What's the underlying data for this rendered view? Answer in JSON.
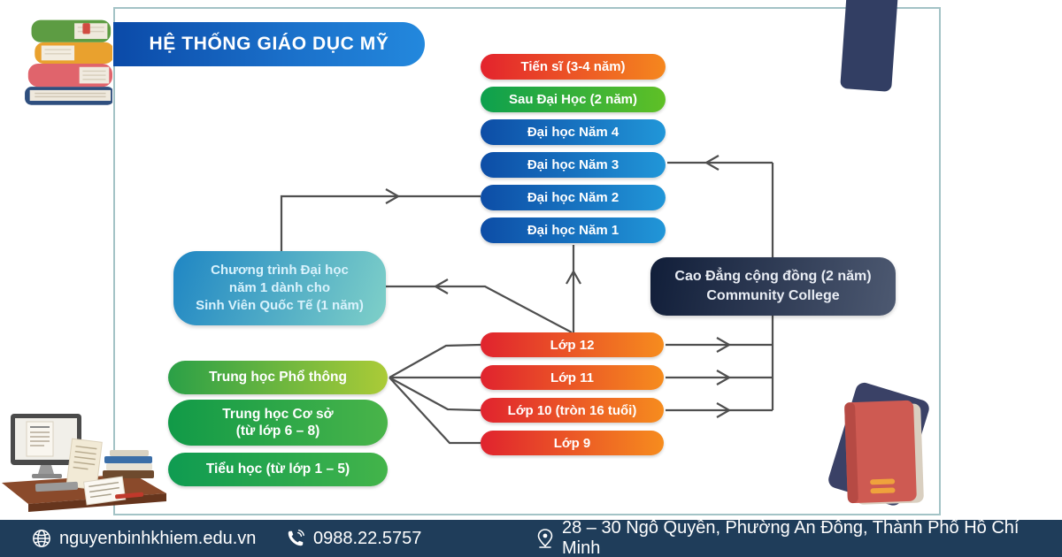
{
  "page": {
    "title": "HỆ THỐNG GIÁO DỤC MỸ"
  },
  "diagram": {
    "higher_ed": [
      {
        "label": "Tiến sĩ (3-4 năm)"
      },
      {
        "label": "Sau Đại Học (2 năm)"
      },
      {
        "label": "Đại học Năm 4"
      },
      {
        "label": "Đại học Năm 3"
      },
      {
        "label": "Đại học Năm 2"
      },
      {
        "label": "Đại học Năm 1"
      }
    ],
    "international_program": {
      "line1": "Chương trình Đại học",
      "line2": "năm 1 dành cho",
      "line3": "Sinh Viên Quốc Tế (1 năm)"
    },
    "community_college": {
      "line1": "Cao Đẳng cộng đồng (2 năm)",
      "line2": "Community College"
    },
    "grades": [
      {
        "label": "Lớp 12"
      },
      {
        "label": "Lớp 11"
      },
      {
        "label": "Lớp 10 (tròn 16 tuổi)"
      },
      {
        "label": "Lớp 9"
      }
    ],
    "schools": {
      "high_school": {
        "line1": "Trung học Phổ thông"
      },
      "middle_school": {
        "line1": "Trung học Cơ sở",
        "line2": "(từ lớp 6 – 8)"
      },
      "primary_school": {
        "line1": "Tiểu học (từ lớp 1 – 5)"
      }
    }
  },
  "footer": {
    "website": "nguyenbinhkhiem.edu.vn",
    "phone": "0988.22.5757",
    "address": "28 – 30 Ngô Quyền, Phường An Đông, Thành Phố Hồ Chí Minh",
    "icons": [
      "globe-icon",
      "phone-icon",
      "location-pin-icon"
    ]
  },
  "colors": {
    "accent_blue": "#0d4da6",
    "accent_red_orange": "#e0232e",
    "accent_green": "#15a04c",
    "intl_box_gradient": [
      "#1f86c4",
      "#7fd0c8"
    ],
    "community_college_bg": "#111e39",
    "footer_bg": "#1f3d5a",
    "frame_border": "#a3c3c6",
    "arrow": "#4f4f4f"
  }
}
